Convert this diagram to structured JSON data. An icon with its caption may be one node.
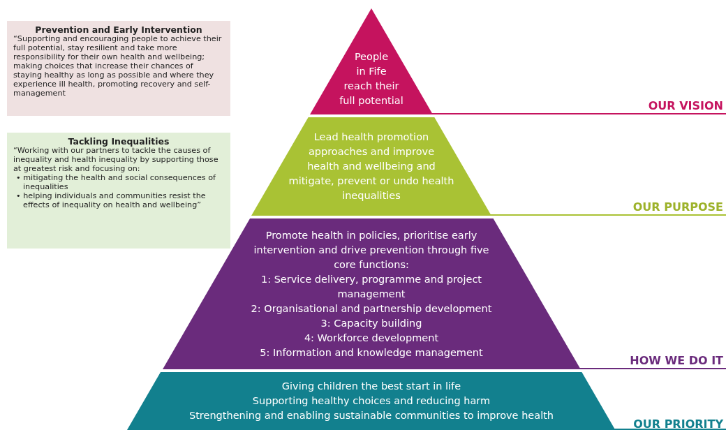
{
  "diagram": {
    "nodes": [
      {
        "text": [
          "Prevention and Early Intervention",
          "“Supporting and encouraging people to achieve their full potential, stay resilient and take more responsibility for their own health and wellbeing; making choices that increase their chances of staying healthy as long as possible and where they experience ill health, promoting recovery and self-management"
        ]
      },
      {
        "text": [
          "Tackling Inequalities",
          "“Working with our partners to tackle the causes of inequality and health inequality by supporting those at greatest risk and focusing on:",
          "• mitigating the health and social consequences of inequalities",
          "• helping individuals and communities resist the effects of inequality on health and wellbeing”"
        ]
      },
      {
        "text": [
          "People in Fife reach their full potential"
        ]
      },
      {
        "text": [
          "Lead health promotion approaches and improve health and wellbeing and mitigate, prevent or undo health inequalities"
        ]
      },
      {
        "text": [
          "Promote health in policies, prioritise early intervention and drive prevention through five core functions:",
          "1: Service delivery, programme and project management",
          "2: Organisational and partnership development",
          "3: Capacity building",
          "4: Workforce development",
          "5: Information and knowledge management"
        ]
      },
      {
        "text": [
          "Giving children the best start in life",
          "Supporting healthy choices and reducing harm",
          "Strengthening and enabling sustainable communities to improve health"
        ]
      }
    ],
    "labels": [
      "OUR VISION",
      "OUR PURPOSE",
      "HOW WE DO IT",
      "OUR PRIORITY"
    ]
  }
}
